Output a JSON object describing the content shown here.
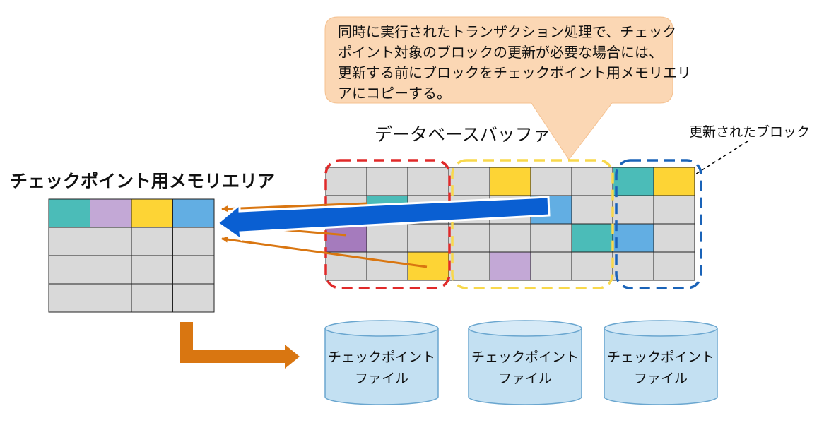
{
  "callout": {
    "lines": [
      "同時に実行されたトランザクション処理で、チェック",
      "ポイント対象のブロックの更新が必要な場合には、",
      "更新する前にブロックをチェックポイント用メモリエリ",
      "アにコピーする。"
    ]
  },
  "buffer_label": "データベースバッファ",
  "updated_label": "更新されたブロック",
  "memory_label": "チェックポイント用メモリエリア",
  "files": [
    {
      "line1": "チェックポイント",
      "line2": "ファイル"
    },
    {
      "line1": "チェックポイント",
      "line2": "ファイル"
    },
    {
      "line1": "チェックポイント",
      "line2": "ファイル"
    }
  ],
  "colors": {
    "grid": "#d9d9d9",
    "teal": "#4bbcb8",
    "lavender": "#c3a8d6",
    "purple": "#a57bbd",
    "yellow": "#fdd435",
    "blue": "#62aee3",
    "orange": "#d97611",
    "arrow_blue": "#0a5fd2",
    "callout": "#fbd7b4",
    "cylinder": "#c3e0f2"
  },
  "memory_grid": {
    "rows": 4,
    "cols": 4,
    "cells": [
      [
        "teal",
        "lavender",
        "yellow",
        "blue"
      ],
      [
        "",
        "",
        "",
        ""
      ],
      [
        "",
        "",
        "",
        ""
      ],
      [
        "",
        "",
        "",
        ""
      ]
    ]
  },
  "buffer_grid": {
    "rows": 4,
    "cols": 9,
    "cells": [
      [
        "",
        "",
        "",
        "",
        "yellow",
        "",
        "",
        "teal",
        "yellow"
      ],
      [
        "",
        "teal",
        "",
        "",
        "",
        "blue",
        "",
        "",
        ""
      ],
      [
        "purple",
        "",
        "",
        "",
        "",
        "",
        "teal",
        "blue",
        ""
      ],
      [
        "",
        "",
        "yellow",
        "",
        "lavender",
        "",
        "",
        "",
        ""
      ]
    ]
  }
}
